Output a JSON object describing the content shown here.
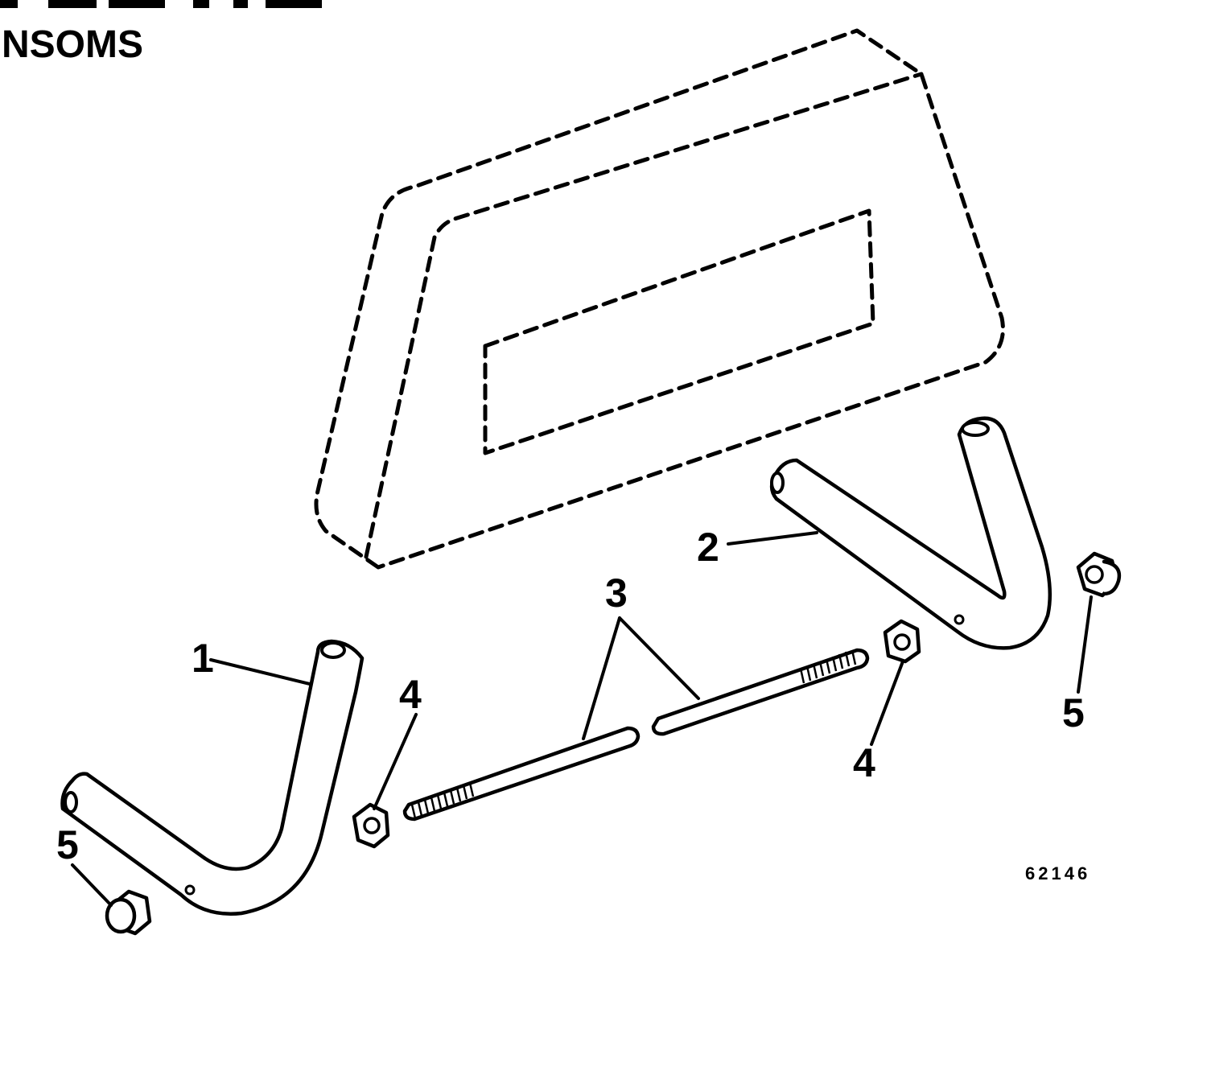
{
  "header": {
    "subtitle": "NSOMS"
  },
  "callouts": {
    "c1": "1",
    "c2": "2",
    "c3": "3",
    "c4_left": "4",
    "c4_right": "4",
    "c5_left": "5",
    "c5_right": "5"
  },
  "part_number": "62146",
  "colors": {
    "ink": "#000000",
    "paper": "#ffffff"
  }
}
